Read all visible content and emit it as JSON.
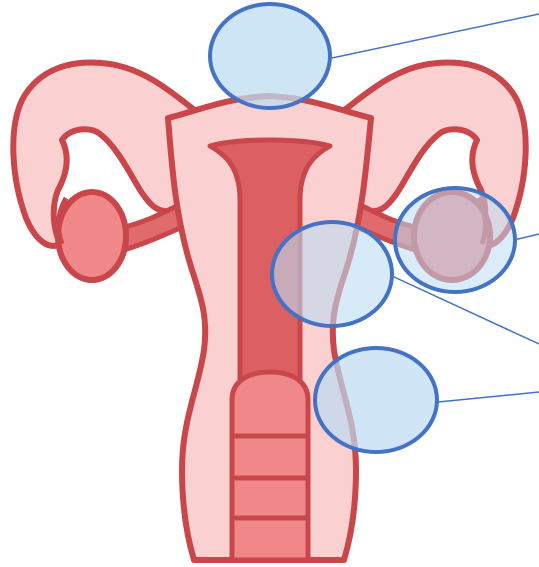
{
  "diagram": {
    "subject": "uterus-diagram",
    "colors": {
      "outline": "#c9474b",
      "body_fill": "#fbd0d0",
      "cavity_fill": "#dc5f62",
      "ovary_fill": "#f0888a",
      "tube_fill": "#e16a6c",
      "marker_fill": "#bcdcf2",
      "marker_stroke": "#4472c4",
      "leader_line": "#4472c4"
    },
    "markers": [
      {
        "id": "fundus"
      },
      {
        "id": "right-ovary"
      },
      {
        "id": "uterine-wall"
      },
      {
        "id": "cervix"
      }
    ],
    "labels": []
  }
}
